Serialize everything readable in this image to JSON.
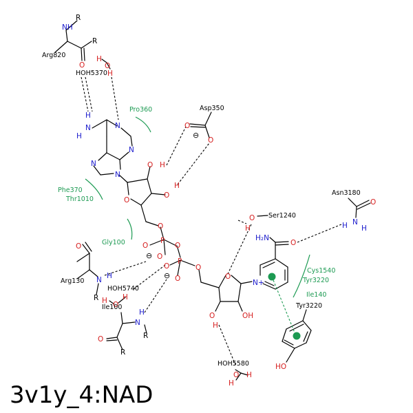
{
  "title": "3v1y_4:NAD",
  "colors": {
    "oxygen": "#d62020",
    "nitrogen": "#1a1acc",
    "carbon": "#000000",
    "hydrophobic": "#1c9a52"
  },
  "residues": {
    "arg820": "Arg820",
    "hoh5370": "HOH5370",
    "pro360": "Pro360",
    "asp350": "Asp350",
    "phe370": "Phe370",
    "thr1010": "Thr1010",
    "gly100": "Gly100",
    "arg130": "Arg130",
    "hoh5740": "HOH5740",
    "ile100": "Ile100",
    "ser1240": "Ser1240",
    "asn3180": "Asn3180",
    "cys1540": "Cys1540",
    "tyr3220_a": "Tyr3220",
    "ile140": "Ile140",
    "tyr3220_b": "Tyr3220",
    "hoh5580": "HOH5580"
  },
  "atoms": {
    "N": "N",
    "O": "O",
    "H": "H",
    "R": "R",
    "P": "P",
    "OH": "OH",
    "HO": "HO",
    "NH": "NH",
    "H2N": "H₂N",
    "Nplus": "N+",
    "minus": "⊖"
  }
}
